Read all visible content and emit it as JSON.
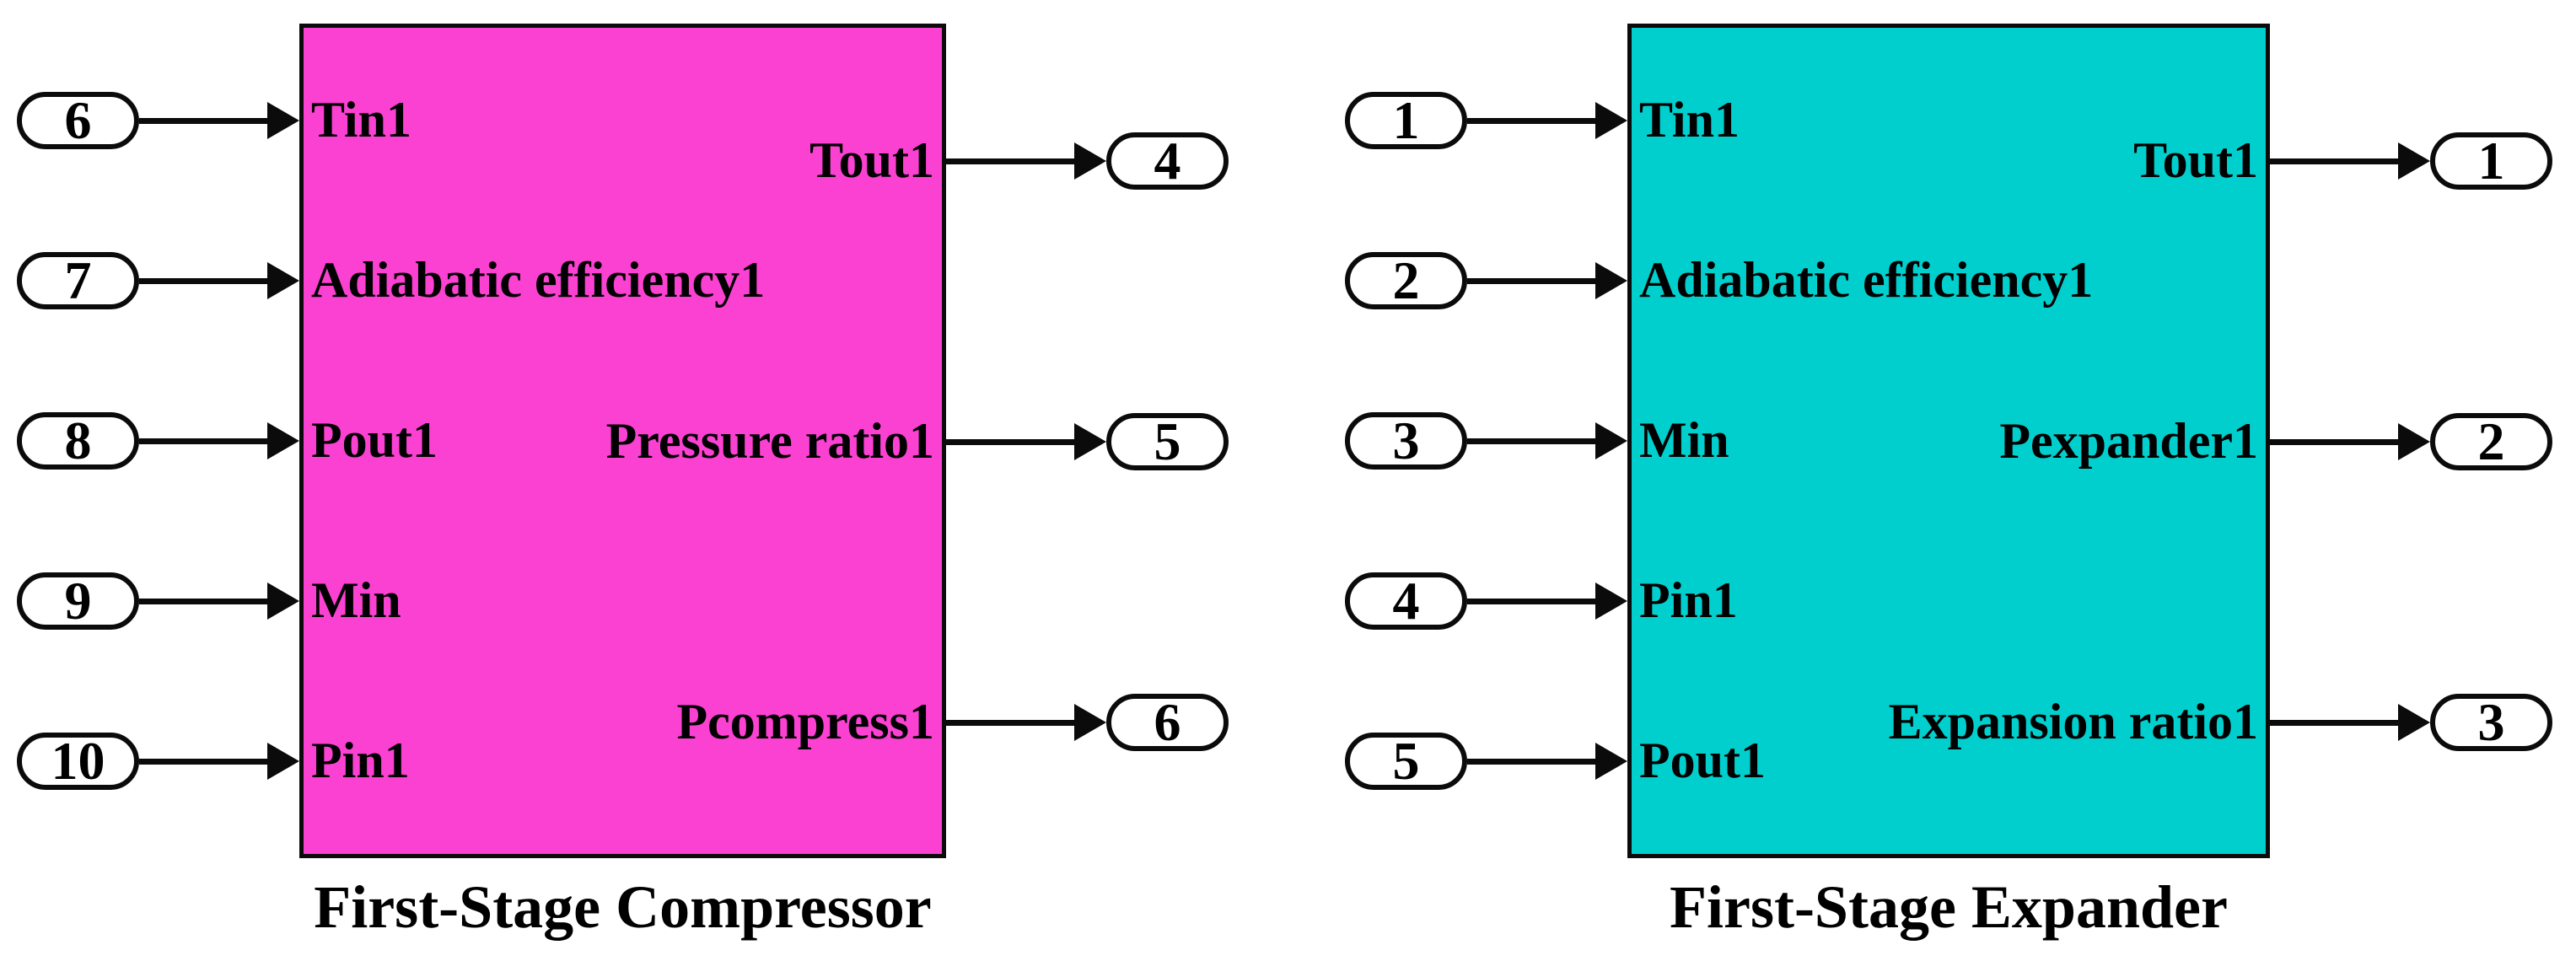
{
  "diagram": {
    "background": "#FFFFFF",
    "stroke": "#0B0B0B",
    "port_fill": "#FFFFFF",
    "text_color": "#000000",
    "blocks": [
      {
        "name": "compressor",
        "caption": "First-Stage Compressor",
        "fill": "#FA41D2",
        "inputs": [
          {
            "port": "6",
            "label": "Tin1"
          },
          {
            "port": "7",
            "label": "Adiabatic efficiency1"
          },
          {
            "port": "8",
            "label": "Pout1"
          },
          {
            "port": "9",
            "label": "Min"
          },
          {
            "port": "10",
            "label": "Pin1"
          }
        ],
        "outputs": [
          {
            "port": "4",
            "label": "Tout1"
          },
          {
            "port": "5",
            "label": "Pressure ratio1"
          },
          {
            "port": "6",
            "label": "Pcompress1"
          }
        ]
      },
      {
        "name": "expander",
        "caption": "First-Stage Expander",
        "fill": "#00CFCE",
        "inputs": [
          {
            "port": "1",
            "label": "Tin1"
          },
          {
            "port": "2",
            "label": "Adiabatic efficiency1"
          },
          {
            "port": "3",
            "label": "Min"
          },
          {
            "port": "4",
            "label": "Pin1"
          },
          {
            "port": "5",
            "label": "Pout1"
          }
        ],
        "outputs": [
          {
            "port": "1",
            "label": "Tout1"
          },
          {
            "port": "2",
            "label": "Pexpander1"
          },
          {
            "port": "3",
            "label": "Expansion ratio1"
          }
        ]
      }
    ]
  }
}
